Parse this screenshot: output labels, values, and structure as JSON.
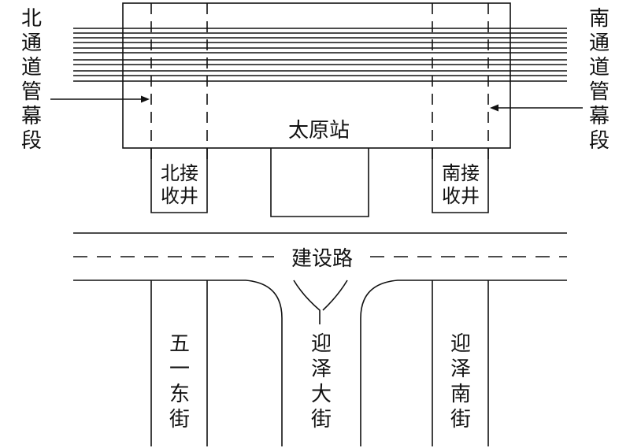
{
  "labels": {
    "north_section": "北通道管幕段",
    "south_section": "南通道管幕段",
    "station": "太原站",
    "north_shaft": "北接收井",
    "south_shaft": "南接收井",
    "road_main": "建设路",
    "street_wuyi": "五一东街",
    "street_yingze_main": "迎泽大街",
    "street_yingze_south": "迎泽南街"
  },
  "colors": {
    "line": "#111111",
    "background": "#ffffff"
  }
}
